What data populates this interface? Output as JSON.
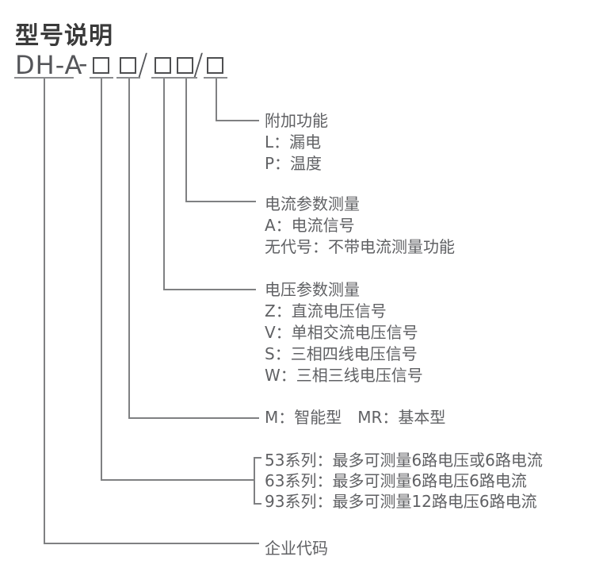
{
  "title": "型号说明",
  "model_code": {
    "prefix": "DH-A",
    "dash": "-",
    "slash": "/",
    "box_count": 5
  },
  "legend": [
    {
      "id": "additional-functions",
      "lines": [
        "附加功能",
        "L：漏电",
        "P：温度"
      ]
    },
    {
      "id": "current-parameters",
      "lines": [
        "电流参数测量",
        "A：电流信号",
        "无代号：不带电流测量功能"
      ]
    },
    {
      "id": "voltage-parameters",
      "lines": [
        "电压参数测量",
        "Z：直流电压信号",
        "V：单相交流电压信号",
        "S：三相四线电压信号",
        "W：三相三线电压信号"
      ]
    },
    {
      "id": "device-type",
      "lines": [
        "M：智能型　MR：基本型"
      ]
    },
    {
      "id": "series",
      "lines": [
        "53系列：最多可测量6路电压或6路电流",
        "63系列：最多可测量6路电压6路电流",
        "93系列：最多可测量12路电压6路电流"
      ]
    },
    {
      "id": "enterprise-code",
      "lines": [
        "企业代码"
      ]
    }
  ],
  "colors": {
    "title_text": "#3a3a3a",
    "body_text": "#606164",
    "connector_line": "#7f8082",
    "box_border": "#4e4f51",
    "underline": "#8a8b8d",
    "background": "#ffffff"
  }
}
